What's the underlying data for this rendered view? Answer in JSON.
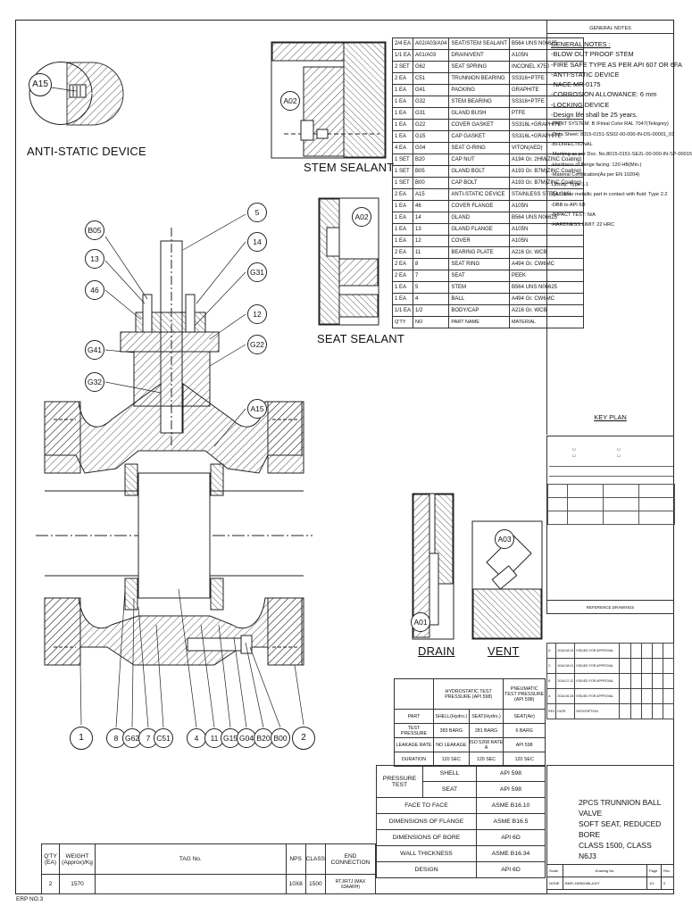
{
  "parts_list": {
    "rows": [
      {
        "qty": "2/4 EA",
        "no": "A02/A03/A04",
        "name": "SEAT/STEM SEALANT",
        "material": "B564 UNS N06625"
      },
      {
        "qty": "1/1 EA",
        "no": "A01/A03",
        "name": "DRAIN/VENT",
        "material": "A105N"
      },
      {
        "qty": "2 SET",
        "no": "G62",
        "name": "SEAT SPRING",
        "material": "INCONEL X750"
      },
      {
        "qty": "2 EA",
        "no": "C51",
        "name": "TRUNNION BEARING",
        "material": "SS316+PTFE"
      },
      {
        "qty": "1 EA",
        "no": "G41",
        "name": "PACKING",
        "material": "GRAPHITE"
      },
      {
        "qty": "1 EA",
        "no": "G32",
        "name": "STEM BEARING",
        "material": "SS316+PTFE"
      },
      {
        "qty": "1 EA",
        "no": "G31",
        "name": "GLAND BUSH",
        "material": "PTFE"
      },
      {
        "qty": "1 EA",
        "no": "G22",
        "name": "COVER GASKET",
        "material": "SS316L+GRAPHITE"
      },
      {
        "qty": "1 EA",
        "no": "G15",
        "name": "CAP GASKET",
        "material": "SS316L+GRAPHITE"
      },
      {
        "qty": "4 EA",
        "no": "G04",
        "name": "SEAT O-RING",
        "material": "VITON(AED)"
      },
      {
        "qty": "1 SET",
        "no": "B20",
        "name": "CAP NUT",
        "material": "A194 Gr. 2HM(ZINC Coating)"
      },
      {
        "qty": "1 SET",
        "no": "B05",
        "name": "GLAND BOLT",
        "material": "A193 Gr. B7M(ZINC Coating)"
      },
      {
        "qty": "1 SET",
        "no": "B00",
        "name": "CAP BOLT",
        "material": "A193 Gr. B7M(ZINC Coating)"
      },
      {
        "qty": "2 EA",
        "no": "A15",
        "name": "ANTI-STATIC DEVICE",
        "material": "STAINLESS STEEL 316L"
      },
      {
        "qty": "1 EA",
        "no": "46",
        "name": "COVER FLANGE",
        "material": "A105N"
      },
      {
        "qty": "1 EA",
        "no": "14",
        "name": "GLAND",
        "material": "B564 UNS N06625"
      },
      {
        "qty": "1 EA",
        "no": "13",
        "name": "GLAND FLANGE",
        "material": "A105N"
      },
      {
        "qty": "1 EA",
        "no": "12",
        "name": "COVER",
        "material": "A105N"
      },
      {
        "qty": "2 EA",
        "no": "11",
        "name": "BEARING PLATE",
        "material": "A216 Gr. WCB"
      },
      {
        "qty": "2 EA",
        "no": "8",
        "name": "SEAT RING",
        "material": "A494 Gr. CW6MC"
      },
      {
        "qty": "2 EA",
        "no": "7",
        "name": "SEAT",
        "material": "PEEK"
      },
      {
        "qty": "1 EA",
        "no": "5",
        "name": "STEM",
        "material": "B564 UNS N06625"
      },
      {
        "qty": "1 EA",
        "no": "4",
        "name": "BALL",
        "material": "A494 Gr. CW6MC"
      },
      {
        "qty": "1/1 EA",
        "no": "1/2",
        "name": "BODY/CAP",
        "material": "A216 Gr. WCB"
      }
    ],
    "header": {
      "qty": "Q'TY",
      "no": "NO",
      "name": "PART NAME",
      "material": "MATERIAL"
    }
  },
  "general_notes": {
    "box_title": "GENERAL NOTES",
    "heading": "GENERAL NOTES :",
    "items": [
      "-BLOW OUT PROOF STEM",
      "-FIRE SAFE TYPE AS PER API 607 OR 6FA",
      "-ANTI-STATIC DEVICE",
      "-NACE MR-0175",
      "-CORROSION ALLOWANCE: 6 mm",
      "-LOCKING DEVICE",
      "-Design life shall be 25 years.",
      "-PAINT SYSTEM: B /Finial Color RAL 7047(Telegrey)",
      "-Data Sheet: 8015-0151-SS02-00-000-IN-DS-00001_01",
      "-BI-DIRECTIONAL",
      "-Marking as per Doc. No.8015-0151-SE2L-00-000-IN-SP-00015",
      "-Hardness of flange facing: 120 HB(Min.)",
      "-Material Certification(As per EN 10204)",
      "1)Body: Type 3.1",
      "2)All other metallic part in contact with fluid: Type 2.2",
      "-DBB to API 6D",
      "-IMPACT TEST: N/A",
      "-HARDNESS LIMIT: 22 HRC"
    ]
  },
  "key_plan": "KEY PLAN",
  "reference_drawings": "REFERENCE DRAWINGS",
  "detail_labels": {
    "anti_static": "ANTI-STATIC DEVICE",
    "stem_sealant": "STEM SEALANT",
    "seat_sealant": "SEAT SEALANT",
    "drain": "DRAIN",
    "vent": "VENT"
  },
  "balloons": {
    "a15_detail": "A15",
    "a02_stem": "A02",
    "a02_seat": "A02",
    "a01": "A01",
    "a03": "A03",
    "b05": "B05",
    "n13": "13",
    "n46": "46",
    "g41": "G41",
    "g32": "G32",
    "n5": "5",
    "n14": "14",
    "g31": "G31",
    "n12": "12",
    "g22": "G22",
    "a15_main": "A15",
    "n1": "1",
    "n8": "8",
    "g62": "G62",
    "n7": "7",
    "c51": "C51",
    "n4": "4",
    "n11": "11",
    "g15": "G15",
    "g04": "G04",
    "b20": "B20",
    "b00": "B00",
    "n2": "2"
  },
  "pressure_test": {
    "col_hydro": "HYDROSTATIC TEST PRESSURE (API 598)",
    "col_pneu": "PNEUMATIC TEST PRESSURE (API 598)",
    "part_label": "PART",
    "parts": [
      "SHELL(Hydro.)",
      "SEAT(Hydro.)",
      "SEAT(Air)"
    ],
    "rows": [
      {
        "label": "TEST PRESSURE",
        "v": [
          "383 BARG",
          "281 BARG",
          "6 BARG"
        ]
      },
      {
        "label": "LEAKAGE RATE",
        "v": [
          "NO LEAKAGE",
          "ISO 5208 RATE A",
          "API 598"
        ]
      },
      {
        "label": "DURATION",
        "v": [
          "120 SEC",
          "120 SEC",
          "120 SEC"
        ]
      }
    ]
  },
  "spec_table": {
    "pressure_test": "PRESSURE TEST",
    "shell": "SHELL",
    "seat": "SEAT",
    "shell_std": "API 598",
    "seat_std": "API 598",
    "rows": [
      {
        "label": "FACE TO FACE",
        "value": "ASME B16.10"
      },
      {
        "label": "DIMENSIONS OF FLANGE",
        "value": "ASME B16.5"
      },
      {
        "label": "DIMENSIONS OF BORE",
        "value": "API 6D"
      },
      {
        "label": "WALL THICKNESS",
        "value": "ASME B16.34"
      },
      {
        "label": "DESIGN",
        "value": "API 6D"
      }
    ]
  },
  "title_block": {
    "lines": [
      "2PCS TRUNNION BALL VALVE",
      "SOFT SEAT, REDUCED BORE",
      "CLASS 1500, CLASS N6J3"
    ],
    "scale_label": "Scale",
    "scale": "NONE",
    "drawing_no_label": "Drawing No.",
    "drawing_no": "BMR-18050086-A107",
    "page_label": "Page",
    "page": "1/1",
    "rev_label": "Rev.",
    "rev": "0"
  },
  "revisions": [
    {
      "rev": "D",
      "date": "2018.08.24",
      "desc": "ISSUED FOR APPROVAL"
    },
    {
      "rev": "C",
      "date": "2018.08.01",
      "desc": "ISSUED FOR APPROVAL"
    },
    {
      "rev": "B",
      "date": "2018.07.12",
      "desc": "ISSUED FOR APPROVAL"
    },
    {
      "rev": "A",
      "date": "2018.06.28",
      "desc": "ISSUED FOR APPROVAL"
    },
    {
      "rev": "REV",
      "date": "DATE",
      "desc": "DESCRIPTION"
    }
  ],
  "tag_table": {
    "headers": [
      "Q'TY (EA)",
      "WEIGHT (Approx)/Kg",
      "TAG No.",
      "NPS",
      "CLASS",
      "END CONNECTION"
    ],
    "values": [
      "2",
      "1570",
      "",
      "10X8",
      "1500",
      "RTJ/RTJ (MAX 63AARH)"
    ]
  },
  "footer": "ERP NO.3"
}
